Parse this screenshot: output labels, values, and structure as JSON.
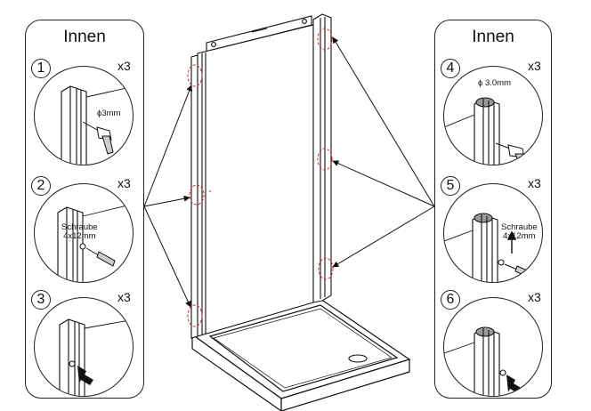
{
  "left_panel": {
    "title": "Innen",
    "steps": [
      {
        "number": "1",
        "qty": "x3",
        "label": "ϕ3mm"
      },
      {
        "number": "2",
        "qty": "x3",
        "label_line1": "Schraube",
        "label_line2": "4x12mm"
      },
      {
        "number": "3",
        "qty": "x3"
      }
    ]
  },
  "right_panel": {
    "title": "Innen",
    "steps": [
      {
        "number": "4",
        "qty": "x3",
        "label": "ϕ 3.0mm"
      },
      {
        "number": "5",
        "qty": "x3",
        "label_line1": "Schraube",
        "label_line2": "4x12mm"
      },
      {
        "number": "6",
        "qty": "x3"
      }
    ]
  },
  "icons": [
    "drill-icon",
    "screw-icon",
    "arrow-icon"
  ]
}
